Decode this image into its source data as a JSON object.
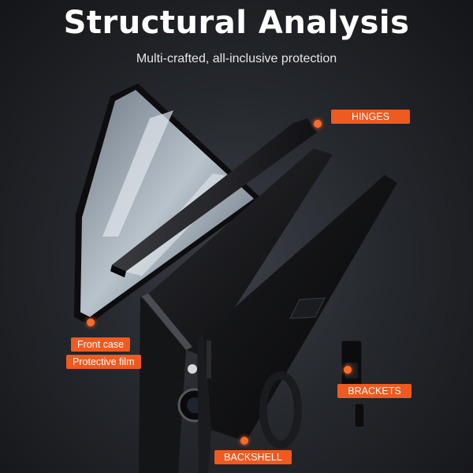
{
  "title": "Structural Analysis",
  "subtitle": "Multi-crafted, all-inclusive protection",
  "labels": {
    "hinges": "HINGES",
    "front_case": "Front case",
    "protective_film": "Protective film",
    "brackets": "BRACKETS",
    "backshell": "BACKSHELL"
  },
  "colors": {
    "accent": "#ee5a1f",
    "case": "#0c0c0e",
    "background": "#2a2d32"
  }
}
